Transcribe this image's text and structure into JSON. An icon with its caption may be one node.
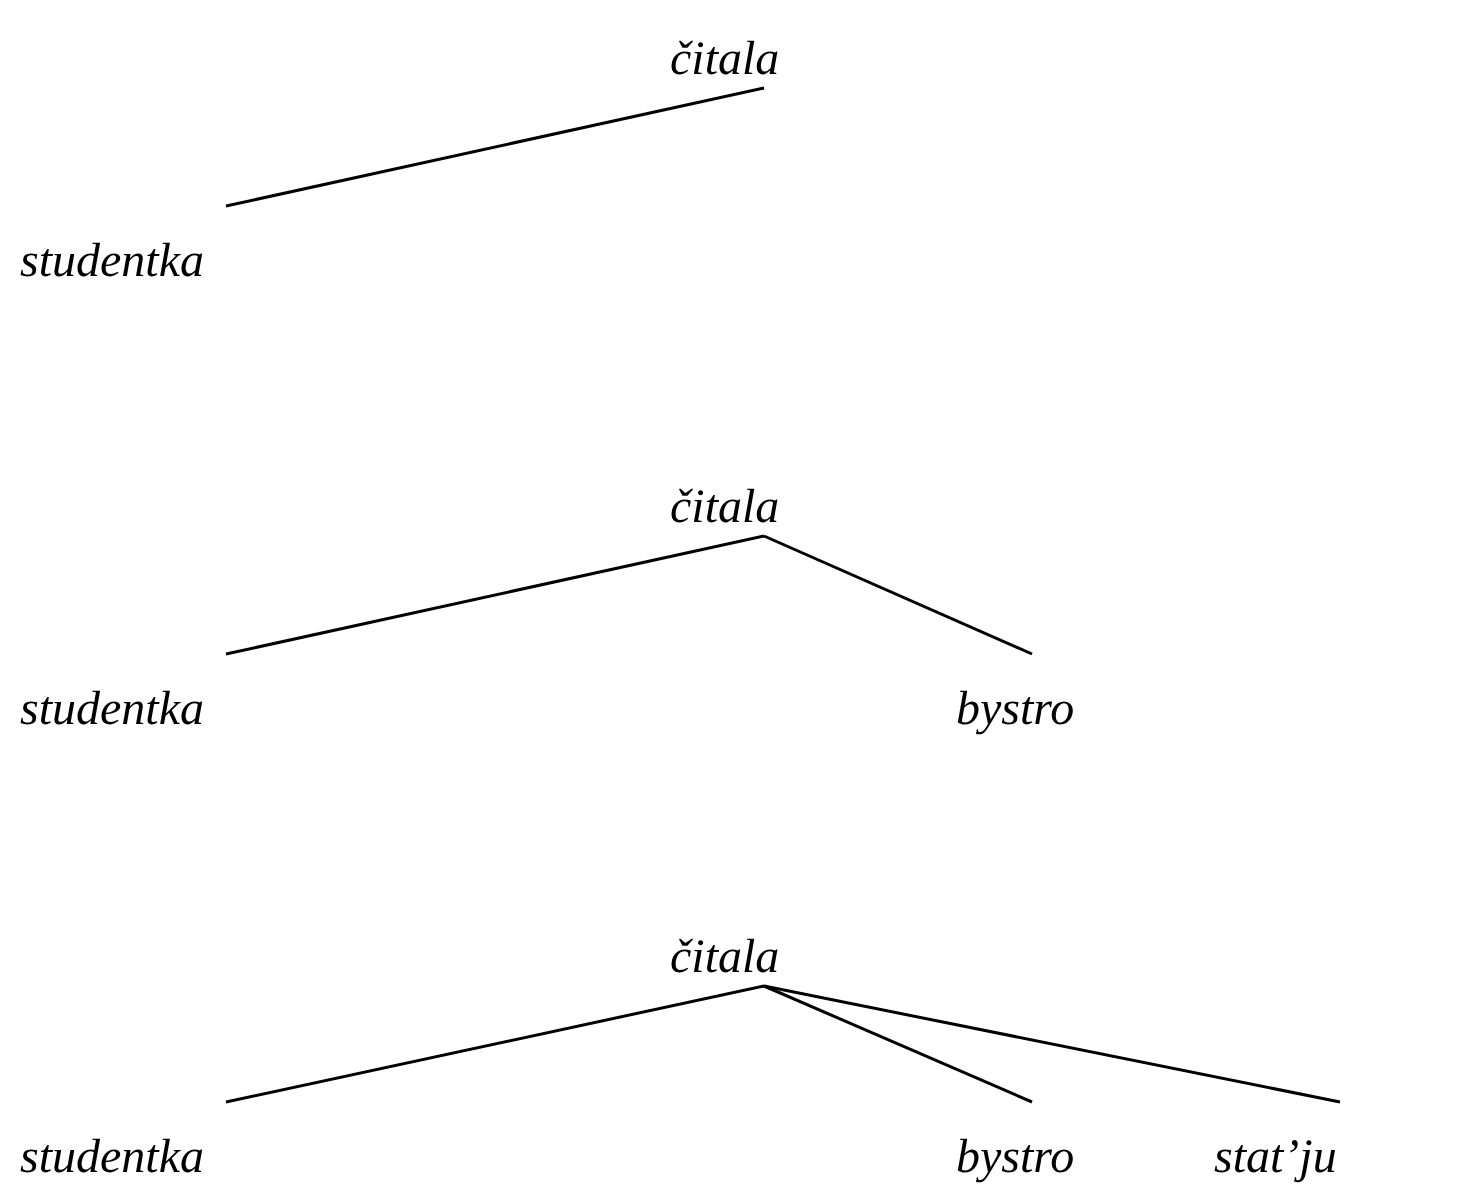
{
  "diagram": {
    "nodes": [
      {
        "text": [
          "čitala"
        ]
      },
      {
        "text": [
          "studentka"
        ]
      },
      {
        "text": [
          "čitala"
        ]
      },
      {
        "text": [
          "studentka"
        ]
      },
      {
        "text": [
          "bystro"
        ]
      },
      {
        "text": [
          "čitala"
        ]
      },
      {
        "text": [
          "studentka"
        ]
      },
      {
        "text": [
          "bystro"
        ]
      },
      {
        "text": [
          "stat’ju"
        ]
      }
    ],
    "edges": [
      {
        "from": 0,
        "to": 1,
        "arrow": "none"
      },
      {
        "from": 2,
        "to": 3,
        "arrow": "none"
      },
      {
        "from": 2,
        "to": 4,
        "arrow": "none"
      },
      {
        "from": 5,
        "to": 6,
        "arrow": "none"
      },
      {
        "from": 5,
        "to": 7,
        "arrow": "none"
      },
      {
        "from": 5,
        "to": 8,
        "arrow": "none"
      }
    ]
  }
}
